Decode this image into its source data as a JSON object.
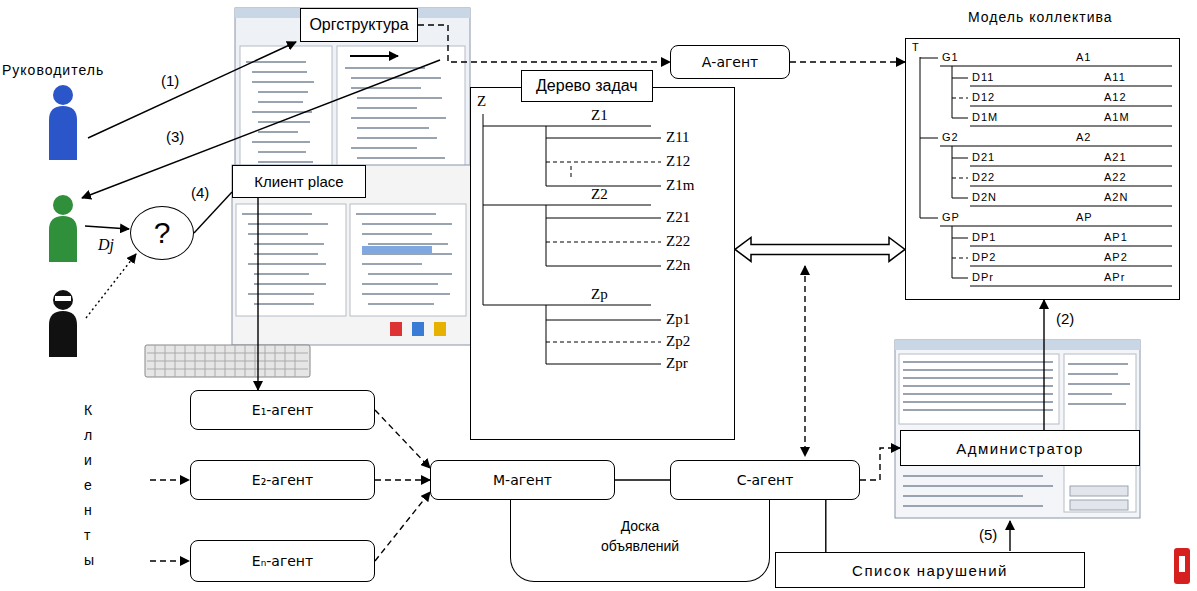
{
  "diagram": {
    "nodes": [
      {
        "text": [
          "Оргструктура"
        ]
      },
      {
        "text": [
          "А-агент"
        ]
      },
      {
        "text": [
          "Модель коллектива"
        ]
      },
      {
        "text": [
          "Дерево задач"
        ]
      },
      {
        "text": [
          "Клиент place"
        ]
      },
      {
        "text": [
          "?"
        ]
      },
      {
        "text": [
          "E₁-агент"
        ]
      },
      {
        "text": [
          "E₂-агент"
        ]
      },
      {
        "text": [
          "Eₙ-агент"
        ]
      },
      {
        "text": [
          "М-агент"
        ]
      },
      {
        "text": [
          "С-агент"
        ]
      },
      {
        "text": [
          "Доска объявлений"
        ]
      },
      {
        "text": [
          "Администратор"
        ]
      },
      {
        "text": [
          "Список нарушений"
        ]
      }
    ],
    "edges": [
      {
        "from": 0,
        "to": 1,
        "arrow": "to"
      },
      {
        "from": 1,
        "to": 2,
        "arrow": "to"
      },
      {
        "from": 3,
        "to": 2,
        "arrow": "both"
      },
      {
        "from": 12,
        "to": 2,
        "arrow": "to"
      },
      {
        "from": 4,
        "to": 6,
        "arrow": "to"
      },
      {
        "from": 5,
        "to": 4,
        "arrow": "none"
      },
      {
        "from": 6,
        "to": 9,
        "arrow": "to"
      },
      {
        "from": 7,
        "to": 9,
        "arrow": "to"
      },
      {
        "from": 8,
        "to": 9,
        "arrow": "to"
      },
      {
        "from": 9,
        "to": 10,
        "arrow": "none"
      },
      {
        "from": 10,
        "to": 12,
        "arrow": "to"
      },
      {
        "from": 10,
        "to": 13,
        "arrow": "none"
      }
    ],
    "labels": [
      "Руководитель",
      "(1)",
      "(3)",
      "(4)",
      "Dj",
      "Клиенты",
      "(2)",
      "(5)",
      "T",
      "G1",
      "A1",
      "D11",
      "A11",
      "D12",
      "A12",
      "D1M",
      "A1M",
      "G2",
      "A2",
      "D21",
      "A21",
      "D22",
      "A22",
      "D2N",
      "A2N",
      "GP",
      "AP",
      "DP1",
      "AP1",
      "DP2",
      "AP2",
      "DPr",
      "APr",
      "Z",
      "Z1",
      "Z11",
      "Z12",
      "Z1m",
      "Z2",
      "Z21",
      "Z22",
      "Z2n",
      "Zp",
      "Zp1",
      "Zp2",
      "Zpr"
    ]
  }
}
